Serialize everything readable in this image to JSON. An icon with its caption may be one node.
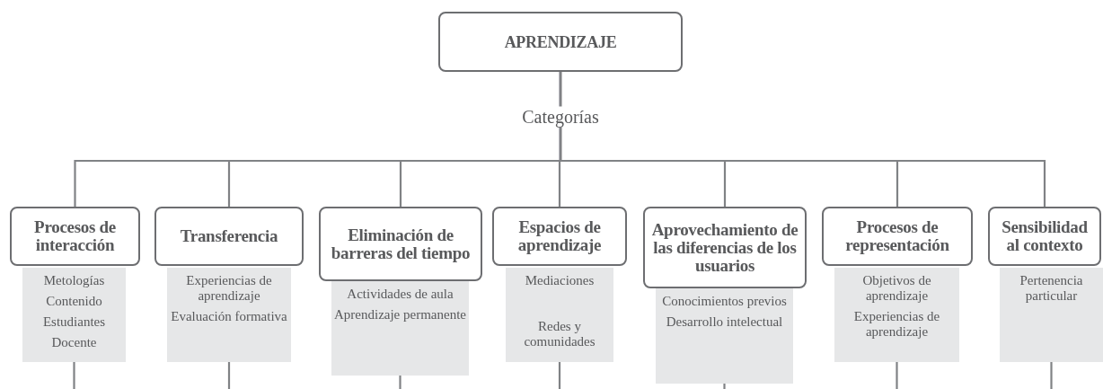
{
  "diagram": {
    "nodes": [
      {
        "text": [
          "APRENDIZAJE"
        ]
      },
      {
        "text": [
          "Procesos de interacción"
        ]
      },
      {
        "text": [
          "Metologías",
          "Contenido",
          "Estudiantes",
          "Docente"
        ]
      },
      {
        "text": [
          "Transferencia"
        ]
      },
      {
        "text": [
          "Experiencias de aprendizaje",
          "Evaluación formativa"
        ]
      },
      {
        "text": [
          "Eliminación de barreras del tiempo"
        ]
      },
      {
        "text": [
          "Actividades de aula",
          "Aprendizaje permanente"
        ]
      },
      {
        "text": [
          "Espacios de aprendizaje"
        ]
      },
      {
        "text": [
          "Mediaciones",
          "Redes y comunidades"
        ]
      },
      {
        "text": [
          "Aprovechamiento de las diferencias de los usuarios"
        ]
      },
      {
        "text": [
          "Conocimientos previos",
          "Desarrollo intelectual"
        ]
      },
      {
        "text": [
          "Procesos de representación"
        ]
      },
      {
        "text": [
          "Objetivos de aprendizaje",
          "Experiencias de aprendizaje"
        ]
      },
      {
        "text": [
          "Sensibilidad al contexto"
        ]
      },
      {
        "text": [
          "Pertenencia particular"
        ]
      }
    ],
    "edges": [
      {
        "from": 0,
        "to": 1,
        "arrow": "none"
      },
      {
        "from": 0,
        "to": 3,
        "arrow": "none"
      },
      {
        "from": 0,
        "to": 5,
        "arrow": "none"
      },
      {
        "from": 0,
        "to": 7,
        "arrow": "none",
        "label": "Categorías"
      },
      {
        "from": 0,
        "to": 9,
        "arrow": "none"
      },
      {
        "from": 0,
        "to": 11,
        "arrow": "none"
      },
      {
        "from": 0,
        "to": 13,
        "arrow": "none"
      },
      {
        "from": 2,
        "to": null,
        "arrow": "none"
      },
      {
        "from": 4,
        "to": null,
        "arrow": "none"
      },
      {
        "from": 6,
        "to": null,
        "arrow": "none"
      },
      {
        "from": 8,
        "to": null,
        "arrow": "none"
      },
      {
        "from": 10,
        "to": null,
        "arrow": "none"
      },
      {
        "from": 12,
        "to": null,
        "arrow": "none"
      },
      {
        "from": 14,
        "to": null,
        "arrow": "none"
      }
    ]
  }
}
